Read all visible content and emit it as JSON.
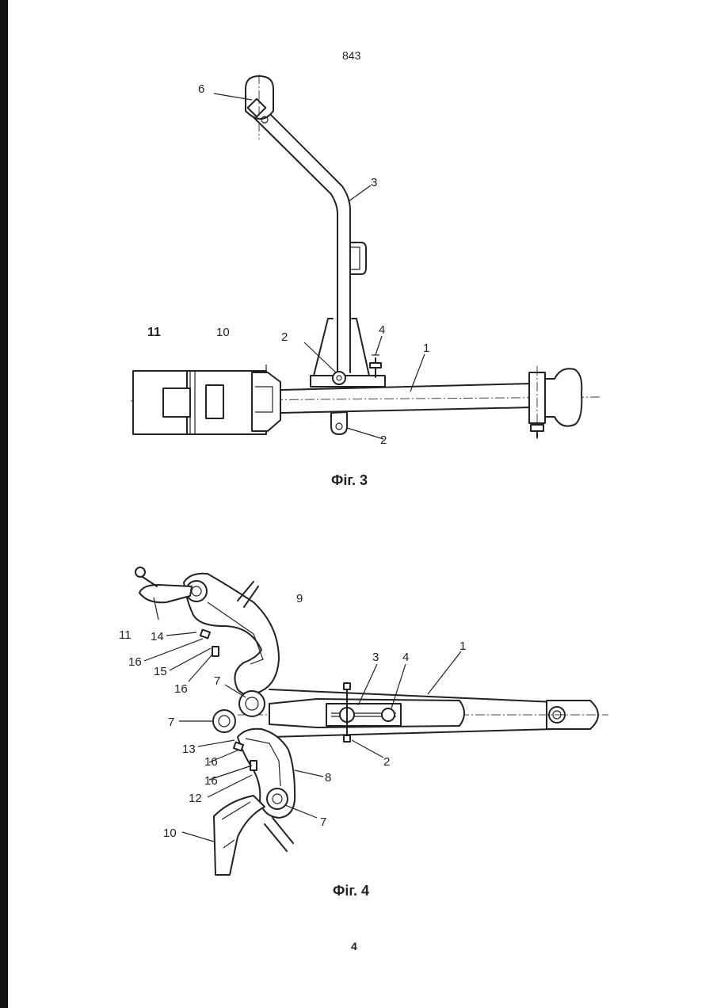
{
  "page": {
    "header_number": "843",
    "page_number": "4"
  },
  "figure3": {
    "caption": "Фіг. 3",
    "labels": {
      "l1": "1",
      "l2a": "2",
      "l2b": "2",
      "l3": "3",
      "l4": "4",
      "l6": "6",
      "l10": "10",
      "l11": "11"
    }
  },
  "figure4": {
    "caption": "Фіг. 4",
    "labels": {
      "l1": "1",
      "l2": "2",
      "l3": "3",
      "l4": "4",
      "l7a": "7",
      "l7b": "7",
      "l7c": "7",
      "l8": "8",
      "l9": "9",
      "l10": "10",
      "l11": "11",
      "l12": "12",
      "l13": "13",
      "l14": "14",
      "l15": "15",
      "l16a": "16",
      "l16b": "16",
      "l16c": "16",
      "l16d": "16"
    }
  }
}
